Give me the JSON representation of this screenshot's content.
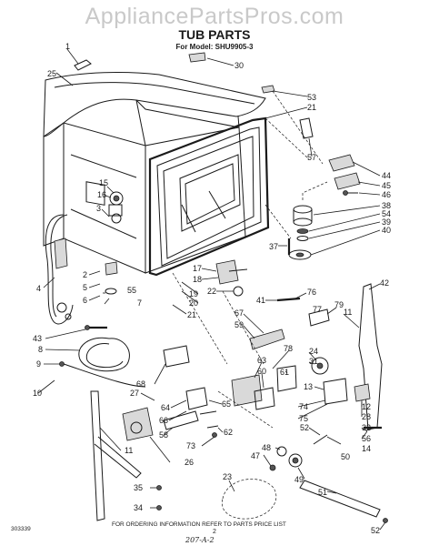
{
  "header": {
    "watermark": "AppliancePartsPros.com",
    "title": "TUB PARTS",
    "subtitle": "For Model: SHU9905-3"
  },
  "footer": {
    "code": "303339",
    "instruction": "FOR ORDERING INFORMATION REFER TO PARTS PRICE LIST",
    "page": "2",
    "handwritten": "207-A-2"
  },
  "callouts": [
    {
      "id": "1",
      "text": "1"
    },
    {
      "id": "25",
      "text": "25"
    },
    {
      "id": "30",
      "text": "30"
    },
    {
      "id": "53",
      "text": "53"
    },
    {
      "id": "21a",
      "text": "21"
    },
    {
      "id": "57",
      "text": "57"
    },
    {
      "id": "44",
      "text": "44"
    },
    {
      "id": "45",
      "text": "45"
    },
    {
      "id": "46",
      "text": "46"
    },
    {
      "id": "38",
      "text": "38"
    },
    {
      "id": "54",
      "text": "54"
    },
    {
      "id": "39",
      "text": "39"
    },
    {
      "id": "40",
      "text": "40"
    },
    {
      "id": "37",
      "text": "37"
    },
    {
      "id": "15",
      "text": "15"
    },
    {
      "id": "16",
      "text": "16"
    },
    {
      "id": "3",
      "text": "3"
    },
    {
      "id": "17",
      "text": "17"
    },
    {
      "id": "18",
      "text": "18"
    },
    {
      "id": "22",
      "text": "22"
    },
    {
      "id": "19",
      "text": "19"
    },
    {
      "id": "20",
      "text": "20"
    },
    {
      "id": "21b",
      "text": "21"
    },
    {
      "id": "41",
      "text": "41"
    },
    {
      "id": "76",
      "text": "76"
    },
    {
      "id": "77",
      "text": "77"
    },
    {
      "id": "79",
      "text": "79"
    },
    {
      "id": "42",
      "text": "42"
    },
    {
      "id": "11a",
      "text": "11"
    },
    {
      "id": "4",
      "text": "4"
    },
    {
      "id": "2",
      "text": "2"
    },
    {
      "id": "5",
      "text": "5"
    },
    {
      "id": "6",
      "text": "6"
    },
    {
      "id": "55",
      "text": "55"
    },
    {
      "id": "7",
      "text": "7"
    },
    {
      "id": "43",
      "text": "43"
    },
    {
      "id": "8",
      "text": "8"
    },
    {
      "id": "9",
      "text": "9"
    },
    {
      "id": "10",
      "text": "10"
    },
    {
      "id": "67",
      "text": "67"
    },
    {
      "id": "59",
      "text": "59"
    },
    {
      "id": "78",
      "text": "78"
    },
    {
      "id": "24",
      "text": "24"
    },
    {
      "id": "31",
      "text": "31"
    },
    {
      "id": "63",
      "text": "63"
    },
    {
      "id": "60",
      "text": "60"
    },
    {
      "id": "61",
      "text": "61"
    },
    {
      "id": "13",
      "text": "13"
    },
    {
      "id": "68",
      "text": "68"
    },
    {
      "id": "27",
      "text": "27"
    },
    {
      "id": "64",
      "text": "64"
    },
    {
      "id": "66",
      "text": "66"
    },
    {
      "id": "65",
      "text": "65"
    },
    {
      "id": "74",
      "text": "74"
    },
    {
      "id": "75",
      "text": "75"
    },
    {
      "id": "12",
      "text": "12"
    },
    {
      "id": "28",
      "text": "28"
    },
    {
      "id": "58",
      "text": "58"
    },
    {
      "id": "62",
      "text": "62"
    },
    {
      "id": "73",
      "text": "73"
    },
    {
      "id": "52a",
      "text": "52"
    },
    {
      "id": "32",
      "text": "32"
    },
    {
      "id": "56",
      "text": "56"
    },
    {
      "id": "14",
      "text": "14"
    },
    {
      "id": "50",
      "text": "50"
    },
    {
      "id": "11b",
      "text": "11"
    },
    {
      "id": "26",
      "text": "26"
    },
    {
      "id": "48",
      "text": "48"
    },
    {
      "id": "47",
      "text": "47"
    },
    {
      "id": "23",
      "text": "23"
    },
    {
      "id": "49",
      "text": "49"
    },
    {
      "id": "51",
      "text": "51"
    },
    {
      "id": "35",
      "text": "35"
    },
    {
      "id": "34",
      "text": "34"
    },
    {
      "id": "52b",
      "text": "52"
    }
  ]
}
